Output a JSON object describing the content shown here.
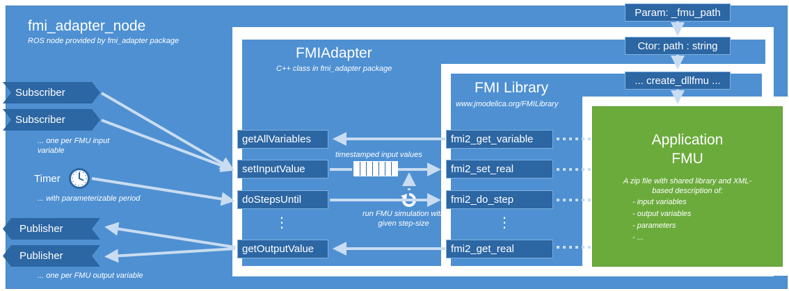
{
  "node": {
    "title": "fmi_adapter_node",
    "subtitle": "ROS node provided by fmi_adapter package"
  },
  "params": {
    "param_label": "Param: _fmu_path",
    "ctor_label": "Ctor: path : string",
    "create_label": "... create_dllfmu ..."
  },
  "inputs": {
    "subscriber_1": "Subscriber",
    "subscriber_2": "Subscriber",
    "subscriber_note": "... one per FMU input variable",
    "timer_label": "Timer",
    "timer_note": "... with parameterizable period"
  },
  "outputs": {
    "publisher_1": "Publisher",
    "publisher_2": "Publisher",
    "publisher_note": "... one per FMU output variable"
  },
  "adapter": {
    "title": "FMIAdapter",
    "subtitle": "C++ class in fmi_adapter package",
    "methods": [
      "getAllVariables",
      "setInputValue",
      "doStepsUntil",
      "getOutputValue"
    ],
    "ellipsis": "⋮",
    "queue_label": "timestamped input values",
    "run_note": "run FMU simulation with given step-size"
  },
  "library": {
    "title": "FMI Library",
    "url": "www.jmodelica.org/FMILibrary",
    "functions": [
      "fmi2_get_variable",
      "fmi2_set_real",
      "fmi2_do_step",
      "fmi2_get_real"
    ],
    "ellipsis": "⋮"
  },
  "fmu": {
    "title_line1": "Application",
    "title_line2": "FMU",
    "description": "A zip file with shared library and XML-based description of:",
    "items": [
      "- input variables",
      "- output variables",
      "- parameters",
      "- ..."
    ]
  },
  "icons": {
    "timer": "clock-icon",
    "refresh": "circular-arrow-icon"
  },
  "colors": {
    "background_panel": "#4e90d2",
    "dark_box": "#2c66a3",
    "fmu_green": "#6bab3c",
    "arrow": "#c9dcf1"
  }
}
